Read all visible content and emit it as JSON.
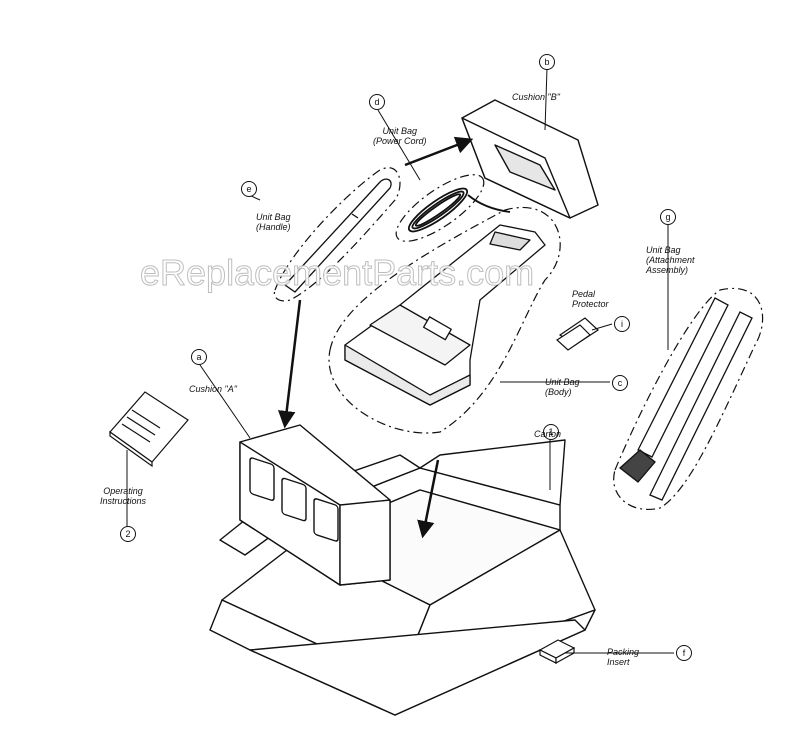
{
  "watermark": "eReplacementParts.com",
  "parts": {
    "a": {
      "callout": "a",
      "label": "Cushion \"A\""
    },
    "b": {
      "callout": "b",
      "label": "Cushion \"B\""
    },
    "c": {
      "callout": "c",
      "label": "Unit Bag\n(Body)"
    },
    "d": {
      "callout": "d",
      "label": "Unit Bag\n(Power Cord)"
    },
    "e": {
      "callout": "e",
      "label": "Unit Bag\n(Handle)"
    },
    "f": {
      "callout": "f",
      "label": "Packing\nInsert"
    },
    "g": {
      "callout": "g",
      "label": "Unit Bag\n(Attachment\nAssembly)"
    },
    "i": {
      "callout": "i",
      "label": "Pedal\nProtector"
    },
    "one": {
      "callout": "1",
      "label": "Carton"
    },
    "two": {
      "callout": "2",
      "label": "Operating\nInstructions"
    }
  }
}
